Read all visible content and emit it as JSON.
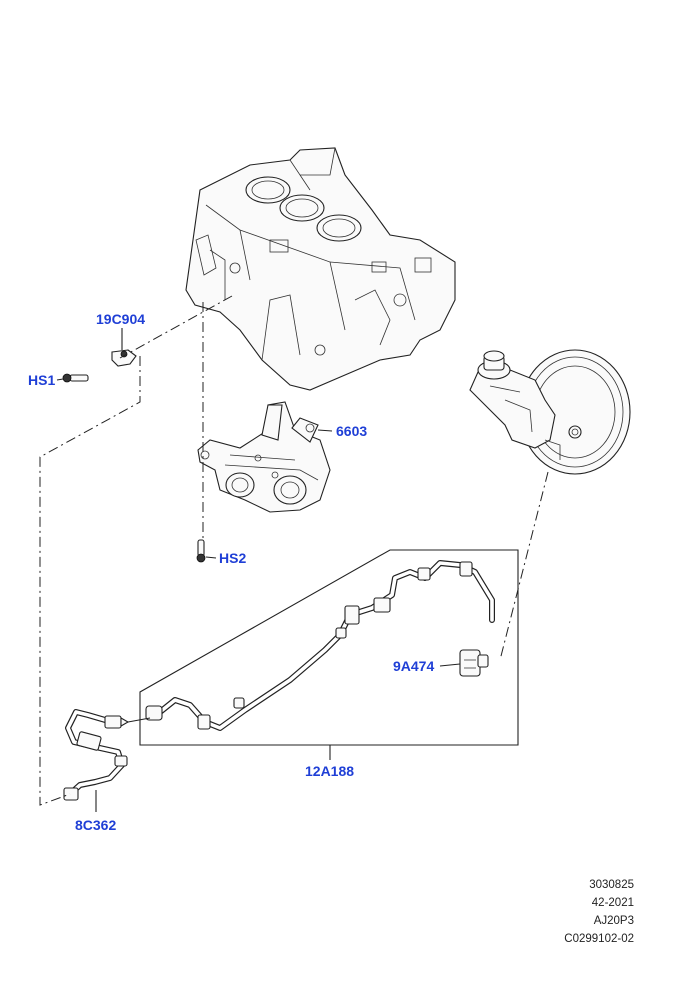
{
  "callouts": {
    "c19c904": "19C904",
    "hs1": "HS1",
    "c6603": "6603",
    "hs2": "HS2",
    "c9a474": "9A474",
    "c12a188": "12A188",
    "c8c362": "8C362"
  },
  "footer": {
    "line1": "3030825",
    "line2": "42-2021",
    "line3": "AJ20P3",
    "line4": "C0299102-02"
  },
  "colors": {
    "callout_text": "#1f3fd6",
    "line_art": "#222222",
    "background": "#ffffff"
  }
}
